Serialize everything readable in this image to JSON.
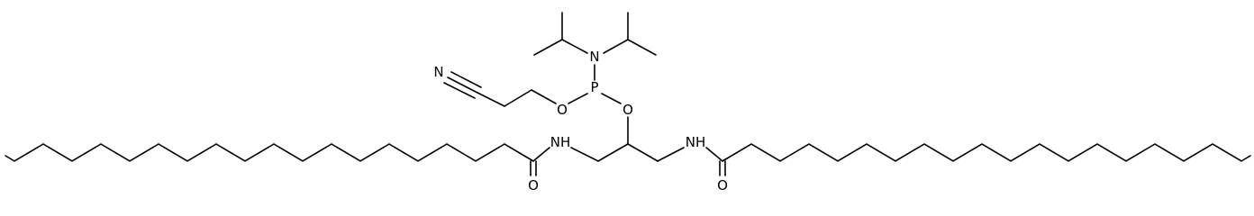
{
  "atoms": {
    "N_amine": "N",
    "P": "P",
    "O_cyano": "O",
    "O_glycerol": "O",
    "N_cyano": "N",
    "NH_left": "NH",
    "NH_right": "NH",
    "O_amide_left": "O",
    "O_amide_right": "O"
  }
}
